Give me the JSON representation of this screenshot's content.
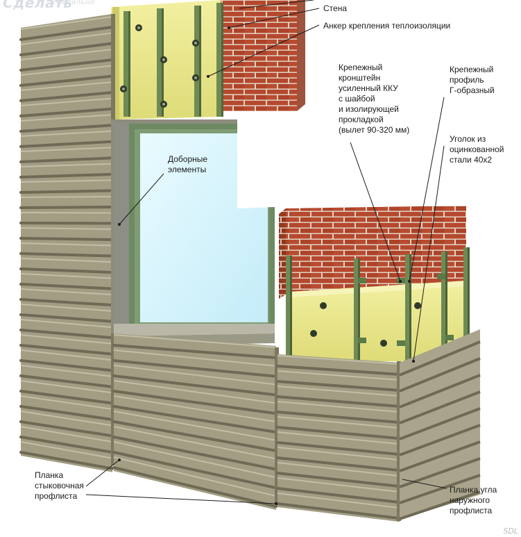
{
  "watermark": {
    "brand": "Сделать",
    "tagline": "правильно",
    "corner": "SDL"
  },
  "labels": {
    "wall": "Стена",
    "insulation_anchor": "Анкер крепления теплоизоляции",
    "bracket": [
      "Крепежный",
      "кронштейн",
      "усиленный ККУ",
      "с шайбой",
      "и изолирующей",
      "прокладкой",
      "(вылет 90-320 мм)"
    ],
    "profile": [
      "Крепежный",
      "профиль",
      "Г-образный"
    ],
    "corner_steel": [
      "Уголок из",
      "оцинкованной",
      "стали 40х2"
    ],
    "extra_elements": [
      "Доборные",
      "элементы"
    ],
    "joint_strip": [
      "Планка",
      "стыковочная",
      "профлиста"
    ],
    "outer_corner_strip": [
      "Планка угла",
      "наружного",
      "профлиста"
    ]
  },
  "colors": {
    "siding": "#a29d83",
    "siding_shadow": "#6f6a55",
    "brick": "#b5482e",
    "mortar": "#e2d3c2",
    "insulation": "#ece98a",
    "profile": "#6f8a54",
    "glass": "#d6f3ff",
    "frame": "#6d8a63"
  }
}
